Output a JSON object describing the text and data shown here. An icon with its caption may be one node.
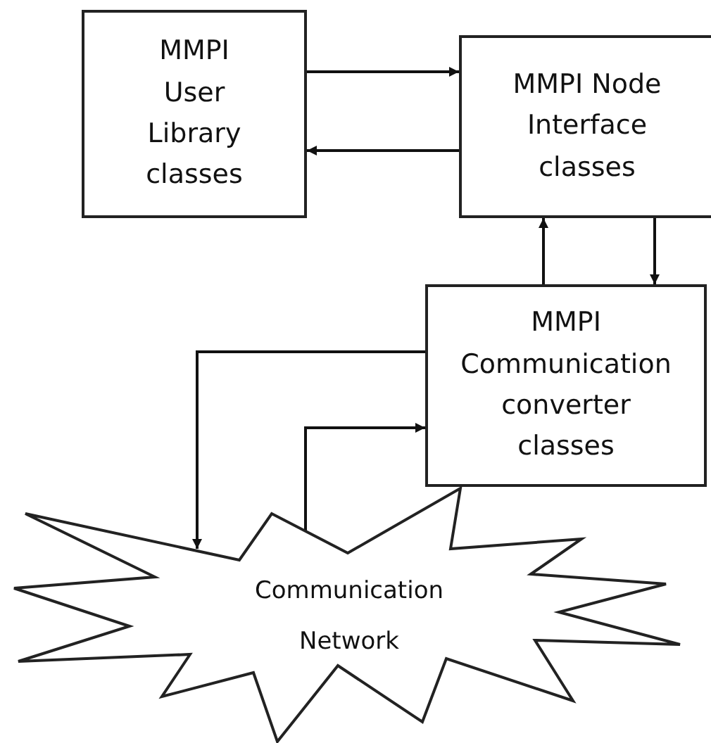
{
  "diagram": {
    "nodes": [
      {
        "text": [
          "MMPI User Library classes"
        ]
      },
      {
        "text": [
          "MMPI Node Interface classes"
        ]
      },
      {
        "text": [
          "MMPI Communication converter classes"
        ]
      },
      {
        "text": [
          "Communication Network"
        ]
      }
    ],
    "edges": [
      {
        "from": 0,
        "to": 1,
        "arrow": "to"
      },
      {
        "from": 1,
        "to": 0,
        "arrow": "to"
      },
      {
        "from": 2,
        "to": 1,
        "arrow": "to"
      },
      {
        "from": 1,
        "to": 2,
        "arrow": "to"
      },
      {
        "from": 2,
        "to": 3,
        "arrow": "to"
      },
      {
        "from": 3,
        "to": 2,
        "arrow": "to"
      }
    ]
  }
}
